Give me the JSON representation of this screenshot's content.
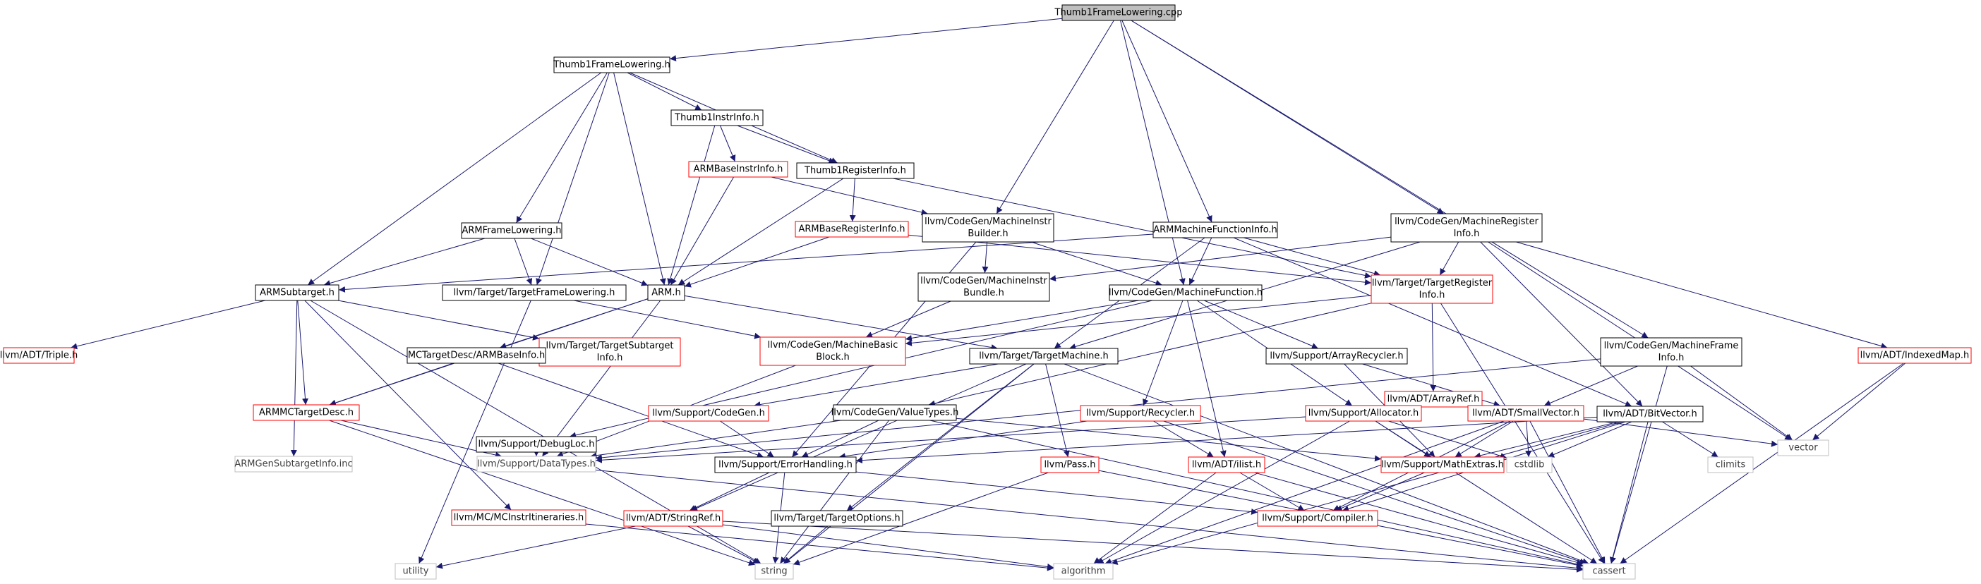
{
  "colors": {
    "edge": "#191970",
    "node_border_normal": "#000000",
    "node_border_truncated": "#ff0000",
    "node_border_external": "#bfbfbf",
    "node_root_fill": "#bfbfbf",
    "text_normal": "#000000",
    "text_external": "#404040"
  },
  "graph": {
    "nodes": [
      {
        "id": "root",
        "lines": [
          "Thumb1FrameLowering.cpp"
        ],
        "kind": "root"
      },
      {
        "id": "t1fl_h",
        "lines": [
          "Thumb1FrameLowering.h"
        ],
        "kind": "normal"
      },
      {
        "id": "t1ii_h",
        "lines": [
          "Thumb1InstrInfo.h"
        ],
        "kind": "normal"
      },
      {
        "id": "armbii",
        "lines": [
          "ARMBaseInstrInfo.h"
        ],
        "kind": "truncated"
      },
      {
        "id": "t1ri_h",
        "lines": [
          "Thumb1RegisterInfo.h"
        ],
        "kind": "normal"
      },
      {
        "id": "armbri",
        "lines": [
          "ARMBaseRegisterInfo.h"
        ],
        "kind": "truncated"
      },
      {
        "id": "armfl",
        "lines": [
          "ARMFrameLowering.h"
        ],
        "kind": "normal"
      },
      {
        "id": "mib",
        "lines": [
          "llvm/CodeGen/MachineInstr",
          "Builder.h"
        ],
        "kind": "normal"
      },
      {
        "id": "armmfi",
        "lines": [
          "ARMMachineFunctionInfo.h"
        ],
        "kind": "normal"
      },
      {
        "id": "mri",
        "lines": [
          "llvm/CodeGen/MachineRegister",
          "Info.h"
        ],
        "kind": "normal"
      },
      {
        "id": "armst",
        "lines": [
          "ARMSubtarget.h"
        ],
        "kind": "normal"
      },
      {
        "id": "tfl",
        "lines": [
          "llvm/Target/TargetFrameLowering.h"
        ],
        "kind": "normal"
      },
      {
        "id": "arm_h",
        "lines": [
          "ARM.h"
        ],
        "kind": "normal"
      },
      {
        "id": "mibundle",
        "lines": [
          "llvm/CodeGen/MachineInstr",
          "Bundle.h"
        ],
        "kind": "normal"
      },
      {
        "id": "mf",
        "lines": [
          "llvm/CodeGen/MachineFunction.h"
        ],
        "kind": "normal"
      },
      {
        "id": "tri",
        "lines": [
          "llvm/Target/TargetRegister",
          "Info.h"
        ],
        "kind": "truncated"
      },
      {
        "id": "triple",
        "lines": [
          "llvm/ADT/Triple.h"
        ],
        "kind": "truncated"
      },
      {
        "id": "tsi",
        "lines": [
          "llvm/Target/TargetSubtarget",
          "Info.h"
        ],
        "kind": "truncated"
      },
      {
        "id": "mcbase",
        "lines": [
          "MCTargetDesc/ARMBaseInfo.h"
        ],
        "kind": "normal"
      },
      {
        "id": "mbb",
        "lines": [
          "llvm/CodeGen/MachineBasic",
          "Block.h"
        ],
        "kind": "truncated"
      },
      {
        "id": "tm",
        "lines": [
          "llvm/Target/TargetMachine.h"
        ],
        "kind": "normal"
      },
      {
        "id": "arecyc",
        "lines": [
          "llvm/Support/ArrayRecycler.h"
        ],
        "kind": "normal"
      },
      {
        "id": "arrayref",
        "lines": [
          "llvm/ADT/ArrayRef.h"
        ],
        "kind": "truncated"
      },
      {
        "id": "mfi",
        "lines": [
          "llvm/CodeGen/MachineFrame",
          "Info.h"
        ],
        "kind": "normal"
      },
      {
        "id": "imap",
        "lines": [
          "llvm/ADT/IndexedMap.h"
        ],
        "kind": "truncated"
      },
      {
        "id": "armmc",
        "lines": [
          "ARMMCTargetDesc.h"
        ],
        "kind": "truncated"
      },
      {
        "id": "dloc",
        "lines": [
          "llvm/Support/DebugLoc.h"
        ],
        "kind": "normal"
      },
      {
        "id": "cg",
        "lines": [
          "llvm/Support/CodeGen.h"
        ],
        "kind": "truncated"
      },
      {
        "id": "vt",
        "lines": [
          "llvm/CodeGen/ValueTypes.h"
        ],
        "kind": "normal"
      },
      {
        "id": "recyc",
        "lines": [
          "llvm/Support/Recycler.h"
        ],
        "kind": "truncated"
      },
      {
        "id": "alloc",
        "lines": [
          "llvm/Support/Allocator.h"
        ],
        "kind": "truncated"
      },
      {
        "id": "smallvec",
        "lines": [
          "llvm/ADT/SmallVector.h"
        ],
        "kind": "truncated"
      },
      {
        "id": "bitvec",
        "lines": [
          "llvm/ADT/BitVector.h"
        ],
        "kind": "normal"
      },
      {
        "id": "vector",
        "lines": [
          "vector"
        ],
        "kind": "external"
      },
      {
        "id": "gensti",
        "lines": [
          "ARMGenSubtargetInfo.inc"
        ],
        "kind": "external"
      },
      {
        "id": "dtypes",
        "lines": [
          "llvm/Support/DataTypes.h"
        ],
        "kind": "external"
      },
      {
        "id": "errh",
        "lines": [
          "llvm/Support/ErrorHandling.h"
        ],
        "kind": "normal"
      },
      {
        "id": "pass",
        "lines": [
          "llvm/Pass.h"
        ],
        "kind": "truncated"
      },
      {
        "id": "ilist",
        "lines": [
          "llvm/ADT/ilist.h"
        ],
        "kind": "truncated"
      },
      {
        "id": "mathex",
        "lines": [
          "llvm/Support/MathExtras.h"
        ],
        "kind": "truncated"
      },
      {
        "id": "cstdlib",
        "lines": [
          "cstdlib"
        ],
        "kind": "external"
      },
      {
        "id": "climits",
        "lines": [
          "climits"
        ],
        "kind": "external"
      },
      {
        "id": "mcii",
        "lines": [
          "llvm/MC/MCInstrItineraries.h"
        ],
        "kind": "truncated"
      },
      {
        "id": "stref",
        "lines": [
          "llvm/ADT/StringRef.h"
        ],
        "kind": "truncated"
      },
      {
        "id": "topt",
        "lines": [
          "llvm/Target/TargetOptions.h"
        ],
        "kind": "normal"
      },
      {
        "id": "compiler",
        "lines": [
          "llvm/Support/Compiler.h"
        ],
        "kind": "truncated"
      },
      {
        "id": "utility",
        "lines": [
          "utility"
        ],
        "kind": "external"
      },
      {
        "id": "string",
        "lines": [
          "string"
        ],
        "kind": "external"
      },
      {
        "id": "algorithm",
        "lines": [
          "algorithm"
        ],
        "kind": "external"
      },
      {
        "id": "cassert",
        "lines": [
          "cassert"
        ],
        "kind": "external"
      }
    ],
    "edges": [
      [
        "root",
        "t1fl_h"
      ],
      [
        "root",
        "mib"
      ],
      [
        "root",
        "armmfi"
      ],
      [
        "root",
        "mri"
      ],
      [
        "root",
        "mf"
      ],
      [
        "root",
        "mfi"
      ],
      [
        "t1fl_h",
        "t1ii_h"
      ],
      [
        "t1fl_h",
        "t1ri_h"
      ],
      [
        "t1fl_h",
        "armfl"
      ],
      [
        "t1fl_h",
        "armst"
      ],
      [
        "t1fl_h",
        "tfl"
      ],
      [
        "t1fl_h",
        "arm_h"
      ],
      [
        "t1ii_h",
        "armbii"
      ],
      [
        "t1ii_h",
        "t1ri_h"
      ],
      [
        "t1ii_h",
        "arm_h"
      ],
      [
        "armbii",
        "mib"
      ],
      [
        "armbii",
        "arm_h"
      ],
      [
        "t1ri_h",
        "armbri"
      ],
      [
        "t1ri_h",
        "arm_h"
      ],
      [
        "t1ri_h",
        "tri"
      ],
      [
        "armbri",
        "arm_h"
      ],
      [
        "armbri",
        "tri"
      ],
      [
        "armfl",
        "armst"
      ],
      [
        "armfl",
        "tfl"
      ],
      [
        "armfl",
        "arm_h"
      ],
      [
        "mib",
        "mibundle"
      ],
      [
        "mib",
        "mf"
      ],
      [
        "mib",
        "errh"
      ],
      [
        "armmfi",
        "armst"
      ],
      [
        "armmfi",
        "mf"
      ],
      [
        "armmfi",
        "tri"
      ],
      [
        "armmfi",
        "tm"
      ],
      [
        "armmfi",
        "bitvec"
      ],
      [
        "mri",
        "mibundle"
      ],
      [
        "mri",
        "tri"
      ],
      [
        "mri",
        "tm"
      ],
      [
        "mri",
        "bitvec"
      ],
      [
        "mri",
        "imap"
      ],
      [
        "mri",
        "vector"
      ],
      [
        "armst",
        "triple"
      ],
      [
        "armst",
        "tsi"
      ],
      [
        "armst",
        "armmc"
      ],
      [
        "armst",
        "gensti"
      ],
      [
        "armst",
        "mcii"
      ],
      [
        "armst",
        "string"
      ],
      [
        "tfl",
        "mbb"
      ],
      [
        "tfl",
        "utility"
      ],
      [
        "arm_h",
        "tm"
      ],
      [
        "arm_h",
        "mcbase"
      ],
      [
        "arm_h",
        "armmc"
      ],
      [
        "arm_h",
        "dtypes"
      ],
      [
        "mibundle",
        "mbb"
      ],
      [
        "mf",
        "mbb"
      ],
      [
        "mf",
        "arecyc"
      ],
      [
        "mf",
        "dloc"
      ],
      [
        "mf",
        "recyc"
      ],
      [
        "mf",
        "alloc"
      ],
      [
        "mf",
        "ilist"
      ],
      [
        "tri",
        "arrayref"
      ],
      [
        "tri",
        "mbb"
      ],
      [
        "tri",
        "vt"
      ],
      [
        "tri",
        "cassert"
      ],
      [
        "mcbase",
        "armmc"
      ],
      [
        "mcbase",
        "errh"
      ],
      [
        "mbb",
        "dtypes"
      ],
      [
        "tm",
        "cg"
      ],
      [
        "tm",
        "pass"
      ],
      [
        "tm",
        "topt"
      ],
      [
        "tm",
        "stref"
      ],
      [
        "tm",
        "string"
      ],
      [
        "tm",
        "cassert"
      ],
      [
        "arecyc",
        "smallvec"
      ],
      [
        "arecyc",
        "mathex"
      ],
      [
        "arrayref",
        "smallvec"
      ],
      [
        "arrayref",
        "vector"
      ],
      [
        "mfi",
        "smallvec"
      ],
      [
        "mfi",
        "vector"
      ],
      [
        "mfi",
        "cassert"
      ],
      [
        "mfi",
        "dtypes"
      ],
      [
        "imap",
        "vector"
      ],
      [
        "imap",
        "cassert"
      ],
      [
        "armmc",
        "dtypes"
      ],
      [
        "armmc",
        "string"
      ],
      [
        "dloc",
        "dtypes"
      ],
      [
        "cg",
        "errh"
      ],
      [
        "vt",
        "dtypes"
      ],
      [
        "vt",
        "errh"
      ],
      [
        "vt",
        "mathex"
      ],
      [
        "vt",
        "string"
      ],
      [
        "vt",
        "cassert"
      ],
      [
        "recyc",
        "ilist"
      ],
      [
        "recyc",
        "errh"
      ],
      [
        "recyc",
        "cassert"
      ],
      [
        "alloc",
        "mathex"
      ],
      [
        "alloc",
        "dtypes"
      ],
      [
        "alloc",
        "algorithm"
      ],
      [
        "alloc",
        "cassert"
      ],
      [
        "alloc",
        "cstdlib"
      ],
      [
        "smallvec",
        "mathex"
      ],
      [
        "smallvec",
        "compiler"
      ],
      [
        "smallvec",
        "cstdlib"
      ],
      [
        "smallvec",
        "cassert"
      ],
      [
        "smallvec",
        "algorithm"
      ],
      [
        "bitvec",
        "compiler"
      ],
      [
        "bitvec",
        "errh"
      ],
      [
        "bitvec",
        "mathex"
      ],
      [
        "bitvec",
        "algorithm"
      ],
      [
        "bitvec",
        "cassert"
      ],
      [
        "bitvec",
        "climits"
      ],
      [
        "bitvec",
        "cstdlib"
      ],
      [
        "errh",
        "compiler"
      ],
      [
        "errh",
        "stref"
      ],
      [
        "errh",
        "string"
      ],
      [
        "pass",
        "string"
      ],
      [
        "pass",
        "cassert"
      ],
      [
        "ilist",
        "compiler"
      ],
      [
        "ilist",
        "algorithm"
      ],
      [
        "ilist",
        "cassert"
      ],
      [
        "mathex",
        "compiler"
      ],
      [
        "mcii",
        "algorithm"
      ],
      [
        "stref",
        "utility"
      ],
      [
        "stref",
        "string"
      ],
      [
        "stref",
        "algorithm"
      ],
      [
        "stref",
        "cassert"
      ],
      [
        "topt",
        "string"
      ],
      [
        "dtypes",
        "cassert"
      ]
    ]
  }
}
